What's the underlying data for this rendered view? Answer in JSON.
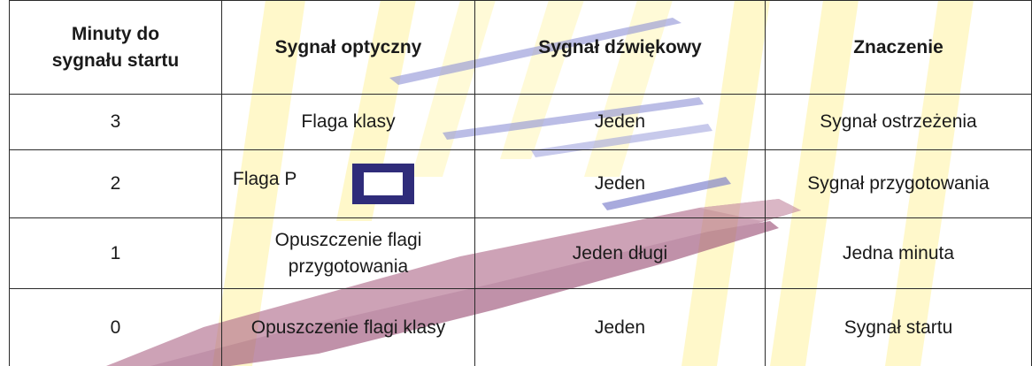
{
  "table": {
    "headers": {
      "minutes": "Minuty do sygnału startu",
      "optical": "Sygnał optyczny",
      "sound": "Sygnał dźwiękowy",
      "meaning": "Znaczenie"
    },
    "rows": [
      {
        "minutes": "3",
        "optical": "Flaga klasy",
        "sound": "Jeden",
        "meaning": "Sygnał ostrzeżenia"
      },
      {
        "minutes": "2",
        "optical": "Flaga P",
        "sound": "Jeden",
        "meaning": "Sygnał przygotowania"
      },
      {
        "minutes": "1",
        "optical": "Opuszczenie flagi przygotowania",
        "sound": "Jeden długi",
        "meaning": "Jedna minuta"
      },
      {
        "minutes": "0",
        "optical": "Opuszczenie flagi klasy",
        "sound": "Jeden",
        "meaning": "Sygnał startu"
      }
    ]
  },
  "flag_p": {
    "icon": "flag-p-icon",
    "outer_color": "#2f2c7a",
    "inner_color": "#ffffff"
  },
  "colors": {
    "border": "#2a2a2a",
    "watermark_yellow": "#fff6b0",
    "watermark_pink": "#b36a8c",
    "watermark_blue": "#6f73c8"
  }
}
